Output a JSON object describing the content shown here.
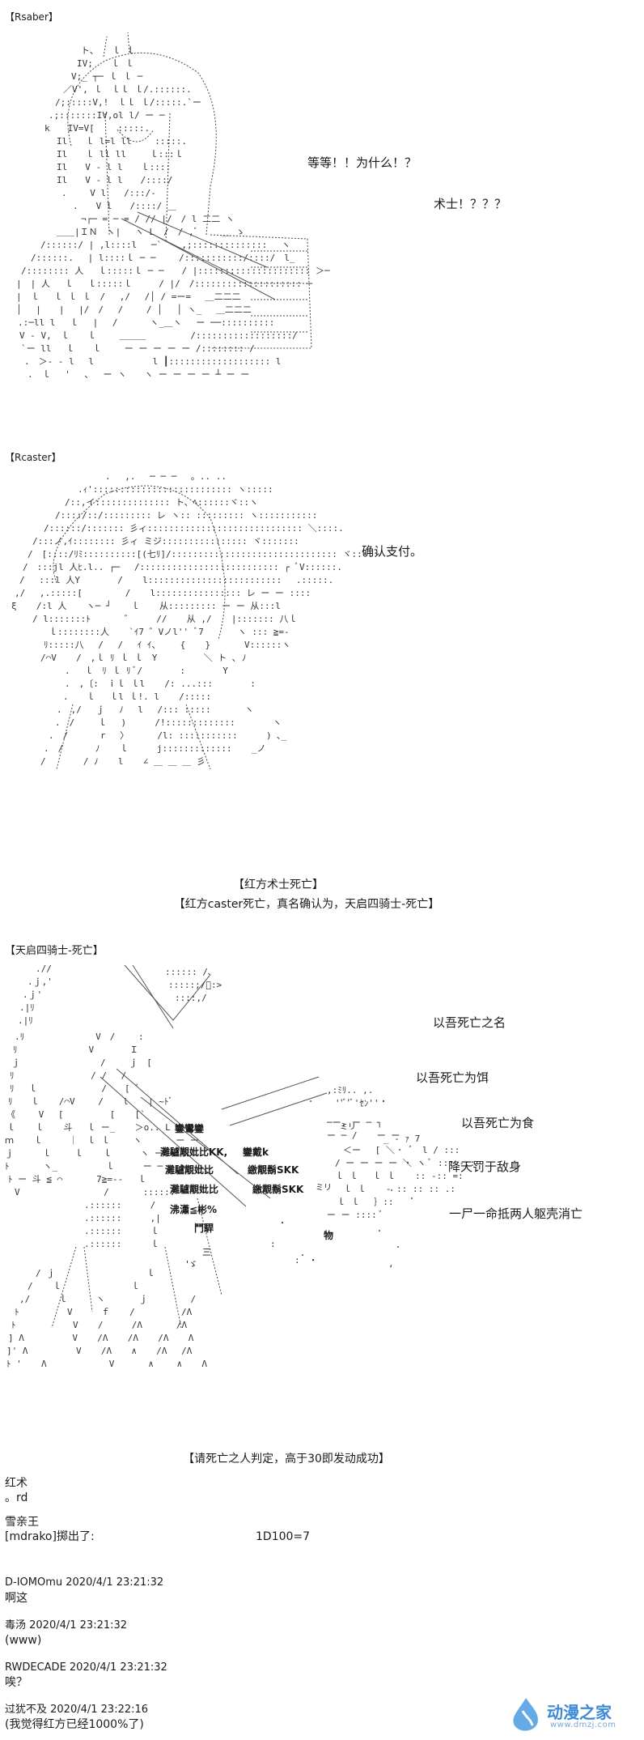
{
  "sections": {
    "saber": {
      "tag": "【Rsaber】",
      "lines": [
        "等等！！为什么！？",
        "术士！？？？"
      ]
    },
    "caster": {
      "tag": "【Rcaster】",
      "lines": [
        "确认支付。"
      ]
    },
    "announce": {
      "line1": "【红方术士死亡】",
      "line2": "【红方caster死亡，真名确认为，天启四骑士-死亡】"
    },
    "horseman": {
      "tag": "【天启四骑士-死亡】",
      "lines": [
        "以吾死亡之名",
        "以吾死亡为饵",
        "以吾死亡为食",
        "降天罚于敌身",
        "一尸一命抵两人躯壳消亡"
      ],
      "art_glyphs": [
        "鑾鸞鑾",
        "灘驢覯妣比KK,",
        "灘驢覯妣比",
        "灘驢覯妣比",
        "鑾戴k",
        "繳覯鬍SKK",
        "繳覯鬍SKK",
        "沸瀟≦彬%",
        "鬥駻",
        "物",
        "ミリ",
        "ミリ",
        "'ゞ",
        "三"
      ],
      "roll_text": "【请死亡之人判定，高于30即发动成功】"
    }
  },
  "chat": [
    {
      "user": "红术",
      "text": "。rd"
    },
    {
      "user": "雪亲王",
      "text": "[mdrako]掷出了:",
      "result": "1D100=7"
    },
    {
      "user": "D-IOMOmu 2020/4/1 23:21:32",
      "text": "啊这"
    },
    {
      "user": "毒汤 2020/4/1 23:21:32",
      "text": "(www)"
    },
    {
      "user": "RWDECADE 2020/4/1 23:21:32",
      "text": "唉？"
    },
    {
      "user": "过犹不及 2020/4/1 23:22:16",
      "text": "(我觉得红方已经1000%了)"
    }
  ],
  "watermark": {
    "name": "动漫之家",
    "url": "www.dmzj.com",
    "color": "#3b8ad8"
  }
}
